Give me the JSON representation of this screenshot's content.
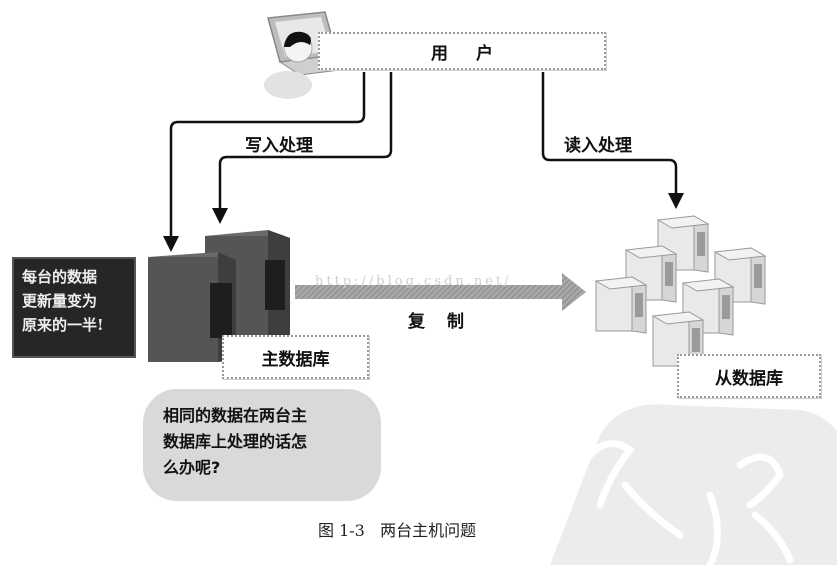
{
  "figure": {
    "caption": "图 1-3   两台主机问题"
  },
  "nodes": {
    "user": {
      "label": "用户",
      "icon": "user-laptop-icon"
    },
    "master_db": {
      "label": "主数据库",
      "icon": "server-icon",
      "count": 2
    },
    "slave_db": {
      "label": "从数据库",
      "icon": "server-icon",
      "count": 6
    }
  },
  "edges": {
    "write": {
      "label": "写入处理",
      "from": "user",
      "to": "master_db"
    },
    "read": {
      "label": "读入处理",
      "from": "user",
      "to": "slave_db"
    },
    "replicate": {
      "label": "复制",
      "from": "master_db",
      "to": "slave_db"
    }
  },
  "callouts": {
    "warning": {
      "lines": [
        "每台的数据",
        "更新量变为",
        "原来的一半!"
      ]
    },
    "question": {
      "lines": [
        "相同的数据在两台主",
        "数据库上处理的话怎",
        "么办呢?"
      ]
    }
  },
  "watermark_text": "http://blog.csdn.net/"
}
